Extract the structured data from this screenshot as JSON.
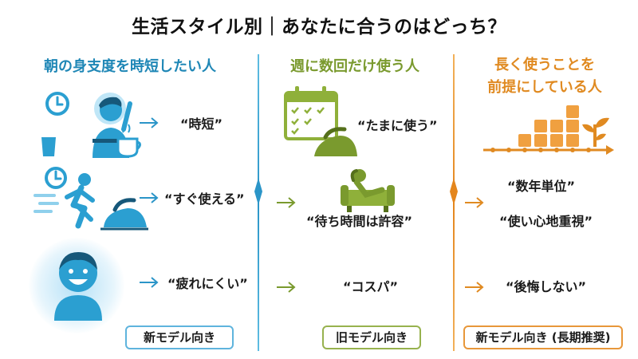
{
  "title": "生活スタイル別｜あなたに合うのはどっち？",
  "columns": {
    "left": {
      "heading": "朝の身支度を時短したい人",
      "items": [
        "“時短”",
        "“すぐ使える”",
        "“疲れにくい”"
      ],
      "button": "新モデル向き"
    },
    "middle": {
      "heading": "週に数回だけ使う人",
      "items": [
        "“たまに使う”",
        "“待ち時間は許容”",
        "“コスパ”"
      ],
      "button": "旧モデル向き"
    },
    "right": {
      "heading_line1": "長く使うことを",
      "heading_line2": "前提にしている人",
      "items": [
        "“数年単位”",
        "“使い心地重視”",
        "“後悔しない”"
      ],
      "button": "新モデル向き (長期推奨)"
    }
  },
  "colors": {
    "blue": "#2b95c8",
    "green": "#7a9a2e",
    "orange": "#e08a21"
  },
  "icons": [
    "clock-icon",
    "busy-person-icon",
    "coffee-icon",
    "running-person-icon",
    "iron-icon",
    "smiling-person-icon",
    "calendar-icon",
    "relaxing-person-icon",
    "growth-timeline-icon",
    "arrow-right-icon"
  ]
}
